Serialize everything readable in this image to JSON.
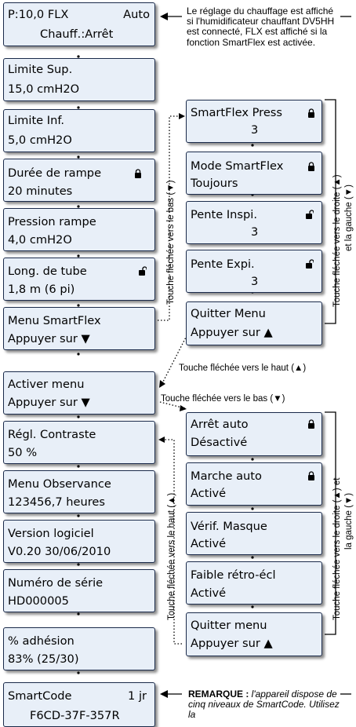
{
  "screens_left": [
    {
      "line1": "P:10,0  FLX",
      "line1_right": "Auto",
      "line2": "Chauff.:Arrêt"
    },
    {
      "line1": "Limite Sup.",
      "line2": "15,0 cmH2O"
    },
    {
      "line1": "Limite Inf.",
      "line2": " 5,0 cmH2O"
    },
    {
      "line1": "Durée de rampe",
      "line2": "20 minutes",
      "icon": "lock-closed-icon"
    },
    {
      "line1": "Pression rampe",
      "line2": " 4,0 cmH2O"
    },
    {
      "line1": "Long. de tube",
      "line2": "1,8 m (6 pi)",
      "icon": "lock-open-icon"
    },
    {
      "line1": "Menu SmartFlex",
      "line2": "Appuyer sur ▼"
    },
    {
      "line1": "Activer menu",
      "line2": "Appuyer sur ▼"
    },
    {
      "line1": "Régl. Contraste",
      "line2": " 50 %"
    },
    {
      "line1": "Menu Observance",
      "line2": "123456,7 heures"
    },
    {
      "line1": "Version logiciel",
      "line2": "V0.20 30/06/2010"
    },
    {
      "line1": "Numéro de série",
      "line2": "HD000005"
    },
    {
      "line1": "% adhésion",
      "line2": " 83% (25/30)"
    },
    {
      "line1": "SmartCode",
      "line1_right": "1 jr",
      "line2": "F6CD-37F-357R"
    }
  ],
  "screens_smartflex": [
    {
      "line1": "SmartFlex Press",
      "line2": "3",
      "icon": "lock-closed-icon"
    },
    {
      "line1": "Mode SmartFlex",
      "line2": "Toujours",
      "icon": "lock-closed-icon"
    },
    {
      "line1": "Pente Inspi.",
      "line2": "3",
      "icon": "lock-open-icon"
    },
    {
      "line1": "Pente Expi.",
      "line2": "3",
      "icon": "lock-open-icon"
    },
    {
      "line1": "Quitter Menu",
      "line2": "Appuyer sur ▲"
    }
  ],
  "screens_activation": [
    {
      "line1": "Arrêt auto",
      "line2": "Désactivé",
      "icon": "lock-closed-icon"
    },
    {
      "line1": "Marche auto",
      "line2": "Activé",
      "icon": "lock-closed-icon"
    },
    {
      "line1": "Vérif. Masque",
      "line2": "Activé"
    },
    {
      "line1": "Faible rétro-écl",
      "line2": "Activé"
    },
    {
      "line1": "Quitter menu",
      "line2": "Appuyer sur ▲"
    }
  ],
  "notes": {
    "top": "Le réglage du chauffage est affiché si l'humidificateur chauffant DV5HH est connecté, FLX est affiché si la fonction SmartFlex est activée.",
    "remark_label": "REMARQUE :",
    "remark_text": " l'appareil dispose de cinq niveaux de SmartCode. Utilisez la"
  },
  "labels": {
    "down_key_1": "Touche fléchée vers le bas (▼)",
    "up_key_1": "Touche fléchée vers le haut (▲)",
    "down_key_2": "Touche fléchée vers le bas (▼)",
    "up_key_2": "Touche fléchée vers le haut (▲)",
    "right_left_1": "Touche fléchée vers le droite (▲)",
    "right_left_1b": "et la gauche (▼)",
    "right_left_2": "Touche fléchée vers le droite (▲) et",
    "right_left_2b": "la gauche (▼)"
  }
}
